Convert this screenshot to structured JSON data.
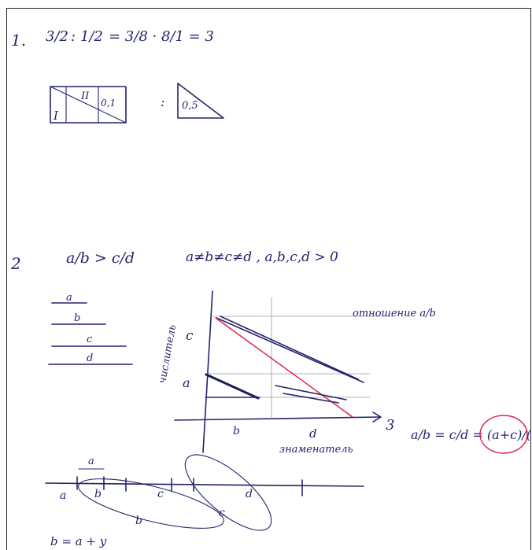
{
  "problem1": {
    "number": "1.",
    "equation_lhs_a": "3/2",
    "equation_div": ":",
    "equation_lhs_b": "1/2",
    "equation_rhs": "= 3/8 · 8/1 = 3",
    "fig_roman_1": "I",
    "fig_roman_2": "II",
    "fig_left_value": "0,1",
    "fig_ratio_sep": ":",
    "fig_right_value": "0,5"
  },
  "problem2": {
    "number": "2",
    "inequality": "a/b > c/d",
    "condition": "a≠b≠c≠d , a,b,c,d > 0",
    "segments": [
      "a",
      "b",
      "c",
      "d"
    ],
    "ylabel": "числитель",
    "xlabel": "знаменатель",
    "axis_y_c": "c",
    "axis_y_a": "a",
    "axis_x_b": "b",
    "axis_x_d": "d",
    "axis_arrow_label": "3",
    "ratio_note": "отношение a/b",
    "mediant": "a/b = c/d = (a+c)/(b+d)",
    "numberline_labels": [
      "a",
      "b",
      "c",
      "d",
      "b",
      "c"
    ],
    "numberline_top": "a",
    "bottom_note": "b = a + y"
  }
}
